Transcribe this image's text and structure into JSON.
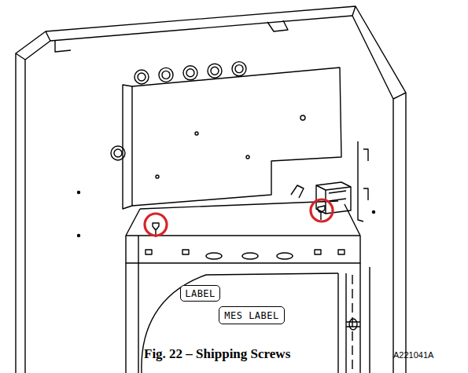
{
  "diagram": {
    "caption": "Fig. 22 – Shipping Screws",
    "nodes": [
      {
        "text": [
          "LABEL"
        ]
      },
      {
        "text": [
          "MES LABEL"
        ]
      }
    ],
    "labels": [
      "A221041A"
    ]
  }
}
